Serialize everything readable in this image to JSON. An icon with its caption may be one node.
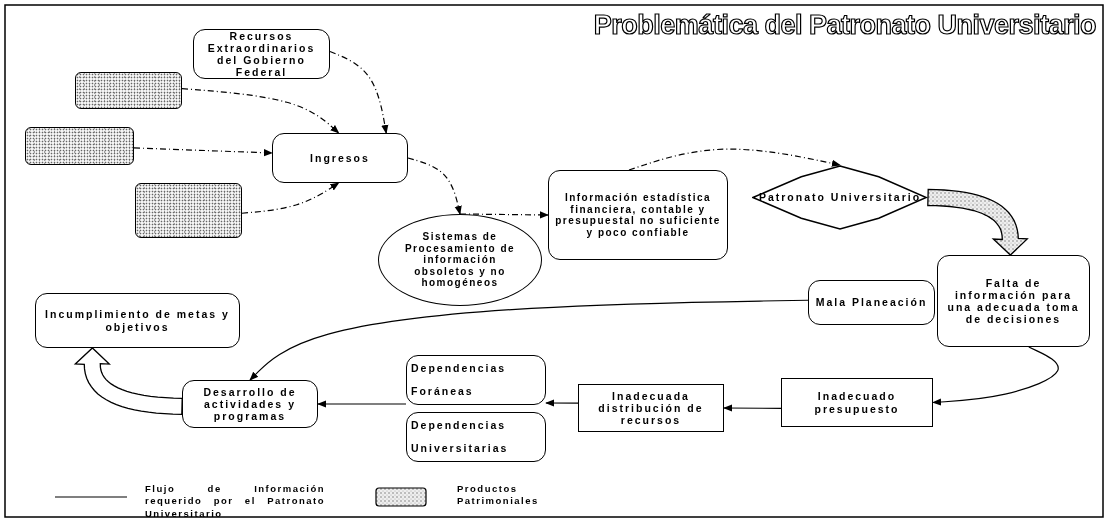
{
  "diagram": {
    "title": "Problemática del Patronato Universitario",
    "nodes": [
      {
        "text": [
          "Recursos Extraordinarios del Gobierno Federal"
        ]
      },
      {
        "text": [],
        "shape": "box"
      },
      {
        "text": [],
        "shape": "box"
      },
      {
        "text": [],
        "shape": "box"
      },
      {
        "text": [
          "Ingresos"
        ]
      },
      {
        "text": [
          "Sistemas de Procesamiento de información obsoletos y no homogéneos"
        ]
      },
      {
        "text": [
          "Información estadística financiera, contable y presupuestal no suficiente y poco confiable"
        ]
      },
      {
        "text": [
          "Patronato Universitario"
        ]
      },
      {
        "text": [
          "Falta de información para una adecuada toma de decisiones"
        ]
      },
      {
        "text": [
          "Mala Planeación"
        ]
      },
      {
        "text": [
          "Incumplimiento de metas y objetivos"
        ]
      },
      {
        "text": [
          "Desarrollo de actividades y programas"
        ]
      },
      {
        "text": [
          "Dependencias Foráneas"
        ]
      },
      {
        "text": [
          "Dependencias Universitarias"
        ]
      },
      {
        "text": [
          "Inadecuada distribución de recursos"
        ]
      },
      {
        "text": [
          "Inadecuado presupuesto"
        ]
      }
    ],
    "edges": [
      {
        "from": 0,
        "to": 4,
        "arrow": "to",
        "style": "dashed"
      },
      {
        "from": 1,
        "to": 4,
        "arrow": "to",
        "style": "dashed"
      },
      {
        "from": 2,
        "to": 4,
        "arrow": "to",
        "style": "dashed"
      },
      {
        "from": 3,
        "to": 4,
        "arrow": "to",
        "style": "dashed"
      },
      {
        "from": 4,
        "to": 5,
        "arrow": "to",
        "style": "dashed"
      },
      {
        "from": 5,
        "to": 6,
        "arrow": "to",
        "style": "dashed"
      },
      {
        "from": 6,
        "to": 7,
        "arrow": "to",
        "style": "dashed"
      },
      {
        "from": 7,
        "to": 8,
        "arrow": "to",
        "style": "thick"
      },
      {
        "from": 8,
        "to": 15,
        "arrow": "to"
      },
      {
        "from": 9,
        "to": 11,
        "arrow": "to"
      },
      {
        "from": 15,
        "to": 14,
        "arrow": "to"
      },
      {
        "from": 14,
        "to": 12,
        "arrow": "to"
      },
      {
        "from": 12,
        "to": 11,
        "arrow": "to"
      },
      {
        "from": 11,
        "to": 10,
        "arrow": "to",
        "style": "thick"
      }
    ],
    "legend": [
      {
        "text": "Flujo de Información requerido por el Patronato Universitario"
      },
      {
        "text": "Productos Patrimoniales"
      }
    ]
  }
}
